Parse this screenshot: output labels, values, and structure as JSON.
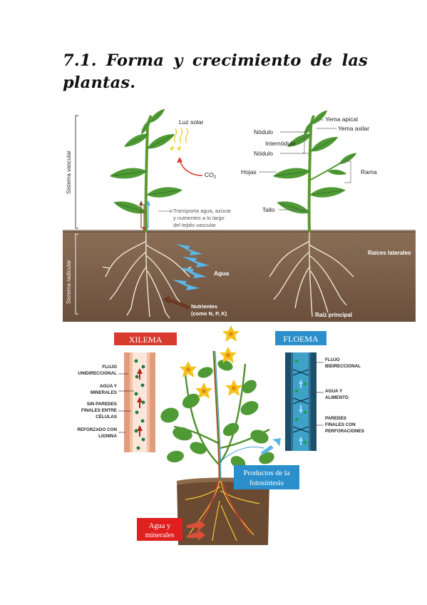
{
  "section_title": "7.1. Forma y crecimiento de las plantas.",
  "figure1": {
    "left_labels": {
      "sistema_vascular": "Sistema vascular",
      "sistema_radicular": "Sistema radicular",
      "luz_solar": "Luz solar",
      "co2": "CO",
      "co2_sub": "2",
      "transporta_1": "Transporta agua, azúcar",
      "transporta_2": "y nutrientes a lo largo",
      "transporta_3": "del tejido vascular",
      "agua": "Agua",
      "nutrientes_1": "Nutrientes",
      "nutrientes_2": "(como N, P, K)"
    },
    "right_labels": {
      "yema_apical": "Yema apical",
      "yema_axilar": "Yema axilar",
      "nodulo_top": "Nódulo",
      "internodulo": "Internódulo",
      "nodulo_bottom": "Nódulo",
      "hojas": "Hojas",
      "rama": "Rama",
      "tallo": "Tallo",
      "raices_laterales": "Raíces laterales",
      "raiz_principal": "Raíz principal"
    }
  },
  "figure2": {
    "xilema": {
      "title": "XILEMA",
      "flujo_1": "FLUJO",
      "flujo_2": "UNIDIRECCIONAL",
      "agua_1": "AGUA Y",
      "agua_2": "MINERALES",
      "paredes_1": "SIN PAREDES",
      "paredes_2": "FINALES ENTRE",
      "paredes_3": "CÉLULAS",
      "reforzado_1": "REFORZADO CON",
      "reforzado_2": "LIGNINA"
    },
    "floema": {
      "title": "FLOEMA",
      "flujo_1": "FLUJO",
      "flujo_2": "BIDIRECCIONAL",
      "agua_1": "AGUA Y",
      "agua_2": "ALIMENTO",
      "paredes_1": "PAREDES",
      "paredes_2": "FINALES CON",
      "paredes_3": "PERFORACIONES"
    },
    "productos_1": "Productos de la",
    "productos_2": "fotosíntesis",
    "agua_min_1": "Agua y",
    "agua_min_2": "minerales"
  },
  "colors": {
    "soil": "#7a5e48",
    "leaf": "#4f9a35",
    "xilema_red": "#d83a2e",
    "floema_blue": "#2b8fcb",
    "water_arrow": "#58b6e8"
  }
}
